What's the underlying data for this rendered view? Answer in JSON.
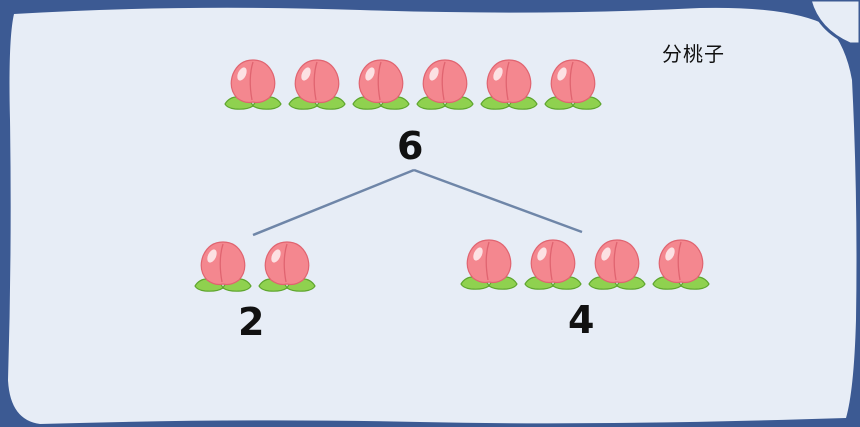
{
  "title": "分桃子",
  "total": {
    "label": "6",
    "count": 6
  },
  "parts": [
    {
      "label": "2",
      "count": 2
    },
    {
      "label": "4",
      "count": 4
    }
  ],
  "colors": {
    "board": "#e7edf6",
    "frame": "#3c5a93",
    "line": "#6f86a8",
    "peach": "#f4878f",
    "leaf": "#8fd14f"
  }
}
